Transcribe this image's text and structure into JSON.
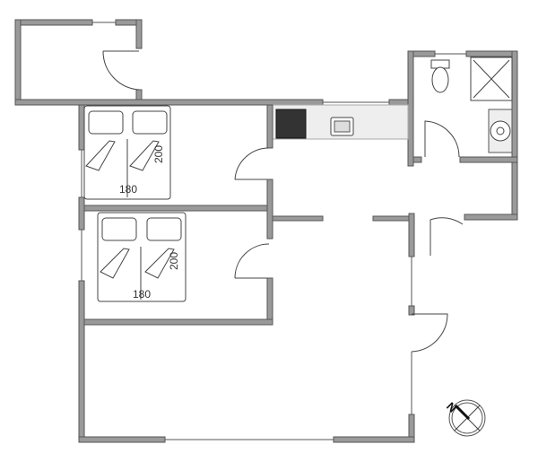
{
  "plan": {
    "colors": {
      "wall": "#9a9a9a",
      "wall_outline": "#555555",
      "counter": "#eeeeee",
      "stove": "#333333"
    },
    "bedroom_1": {
      "bed_width": "180",
      "bed_length": "200"
    },
    "bedroom_2": {
      "bed_width": "180",
      "bed_length": "200"
    },
    "compass": {
      "north_label": "N",
      "icon": "compass-icon"
    }
  }
}
